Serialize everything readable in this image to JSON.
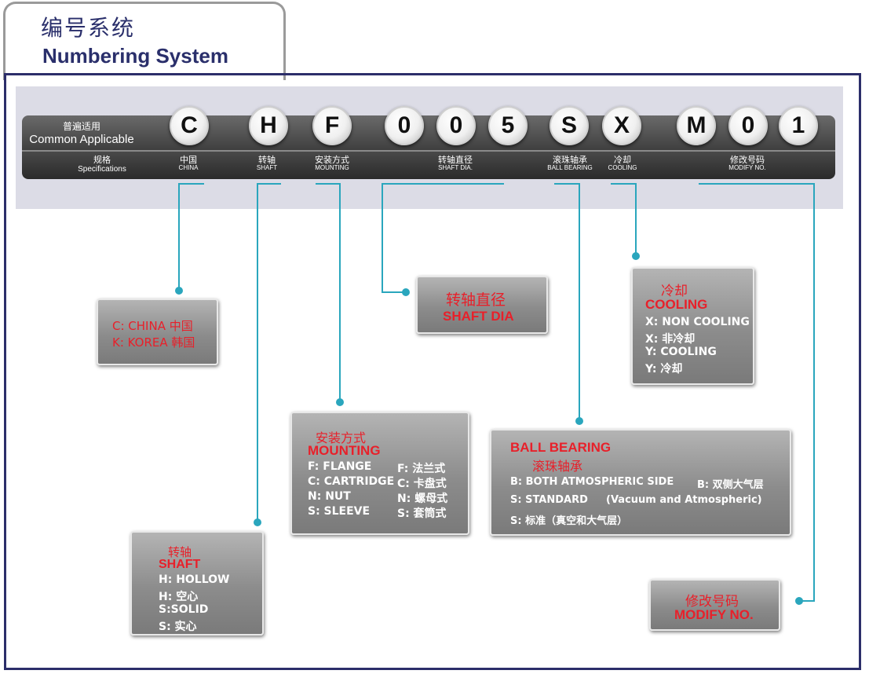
{
  "header": {
    "title_cn": "编号系统",
    "title_en": "Numbering System"
  },
  "banner": {
    "common_cn": "普遍适用",
    "common_en": "Common Applicable",
    "spec_cn": "规格",
    "spec_en": "Specifications",
    "codes": [
      "C",
      "H",
      "F",
      "0",
      "0",
      "5",
      "S",
      "X",
      "M",
      "0",
      "1"
    ],
    "labels": {
      "china_cn": "中国",
      "china_en": "CHINA",
      "shaft_cn": "转轴",
      "shaft_en": "SHAFT",
      "mounting_cn": "安装方式",
      "mounting_en": "MOUNTING",
      "shaftdia_cn": "转轴直径",
      "shaftdia_en": "SHAFT DIA.",
      "bearing_cn": "滚珠轴承",
      "bearing_en": "BALL BEARING",
      "cooling_cn": "冷却",
      "cooling_en": "COOLING",
      "modify_cn": "修改号码",
      "modify_en": "MODIFY NO."
    }
  },
  "boxes": {
    "china": {
      "line1": "C: CHINA   中国",
      "line2": "K: KOREA   韩国"
    },
    "shaft": {
      "title_cn": "转轴",
      "title_en": "SHAFT",
      "items": [
        "H: HOLLOW",
        "H: 空心",
        "S:SOLID",
        "S: 实心"
      ]
    },
    "mounting": {
      "title_cn": "安装方式",
      "title_en": "MOUNTING",
      "left": [
        "F: FLANGE",
        "C: CARTRIDGE",
        "N: NUT",
        "S: SLEEVE"
      ],
      "right": [
        "F: 法兰式",
        "C: 卡盘式",
        "N: 螺母式",
        "S: 套筒式"
      ]
    },
    "shaftdia": {
      "title_cn": "转轴直径",
      "title_en": "SHAFT DIA"
    },
    "bearing": {
      "title_en": "BALL BEARING",
      "title_cn": "滚珠轴承",
      "line1a": "B: BOTH ATMOSPHERIC SIDE",
      "line1b": "B: 双侧大气层",
      "line2a": "S: STANDARD",
      "line2b": "(Vacuum and Atmospheric)",
      "line3": "S: 标准（真空和大气层）"
    },
    "cooling": {
      "title_cn": "冷却",
      "title_en": "COOLING",
      "items": [
        "X: NON COOLING",
        "X: 非冷却",
        "Y: COOLING",
        "Y: 冷却"
      ]
    },
    "modify": {
      "title_cn": "修改号码",
      "title_en": "MODIFY NO."
    }
  },
  "colors": {
    "connector": "#2aa6bd",
    "accent_red": "#e8202a",
    "navy": "#2a2f6b"
  }
}
